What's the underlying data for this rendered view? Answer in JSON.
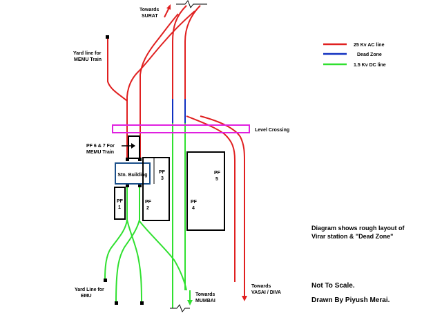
{
  "legend": {
    "items": [
      {
        "label": "25 Kv AC line",
        "color": "#e02020"
      },
      {
        "label": "Dead  Zone",
        "color": "#1030c0"
      },
      {
        "label": "1.5 Kv DC line",
        "color": "#30e030"
      }
    ]
  },
  "labels": {
    "towards_surat_1": "Towards",
    "towards_surat_2": "SURAT",
    "yard_memu_1": "Yard line for",
    "yard_memu_2": "MEMU Train",
    "level_crossing": "Level Crossing",
    "pf67_1": "PF 6 & 7 For",
    "pf67_2": "MEMU Train",
    "stn_building": "Stn. Building",
    "pf1": "PF",
    "pf1_num": "1",
    "pf2": "PF",
    "pf2_num": "2",
    "pf3": "PF",
    "pf3_num": "3",
    "pf4": "PF",
    "pf4_num": "4",
    "pf5": "PF",
    "pf5_num": "5",
    "yard_emu_1": "Yard Line for",
    "yard_emu_2": "EMU",
    "towards_mumbai_1": "Towards",
    "towards_mumbai_2": "MUMBAI",
    "towards_vasai_1": "Towards",
    "towards_vasai_2": "VASAI / DIVA",
    "note_1": "Diagram shows rough layout of",
    "note_2": "Virar station & \"Dead Zone\"",
    "not_to_scale": "Not To Scale.",
    "drawn_by": "Drawn By Piyush Merai."
  },
  "colors": {
    "ac": "#e02020",
    "dead": "#1030c0",
    "dc": "#30e030",
    "crossing": "#e020e0",
    "building": "#1a4f8a"
  }
}
